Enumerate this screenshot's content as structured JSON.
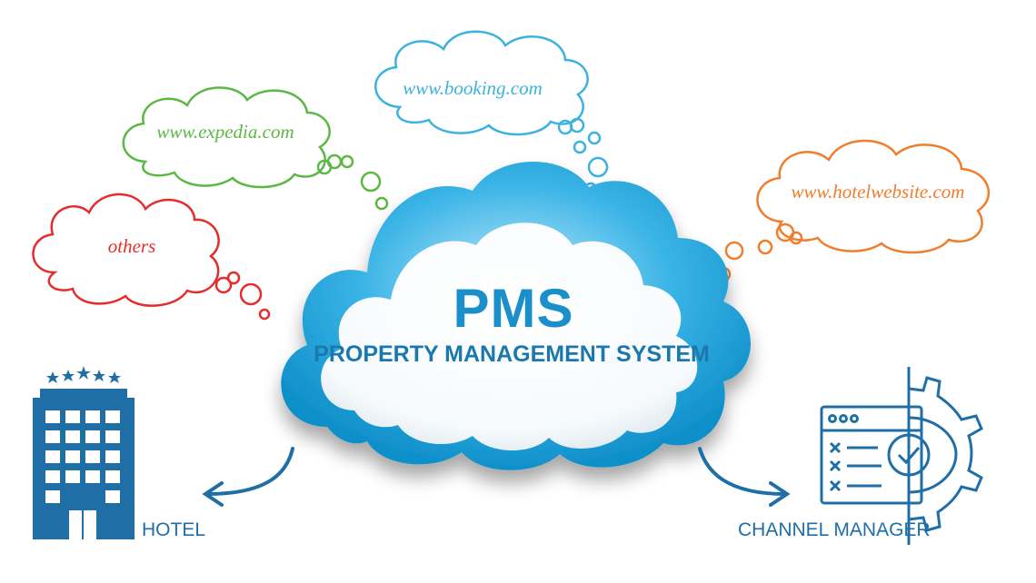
{
  "central": {
    "title": "PMS",
    "subtitle": "PROPERTY MANAGEMENT SYSTEM"
  },
  "bubbles": {
    "booking": "www.booking.com",
    "expedia": "www.expedia.com",
    "hotelwebsite": "www.hotelwebsite.com",
    "others": "others"
  },
  "nodes": {
    "hotel": "HOTEL",
    "channel_manager": "CHANNEL MANAGER"
  },
  "colors": {
    "cloud_blue": "#1aa3dc",
    "text_blue": "#1a78ad",
    "booking": "#3bb2e0",
    "expedia": "#5cb845",
    "hotelwebsite": "#f07d2b",
    "others": "#e52d2d",
    "icon_blue": "#1f6fa6"
  }
}
